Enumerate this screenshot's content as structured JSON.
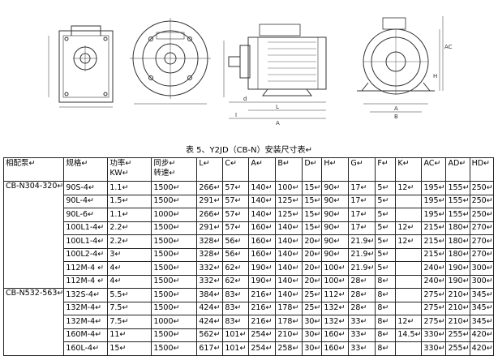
{
  "caption": "表 5、Y2JD（CB-N）安装尺寸表↵",
  "headers": [
    "相配泵↵",
    "规格↵",
    "功率↵KW↵",
    "同步↵转速↵",
    "L↵",
    "C↵",
    "A↵",
    "B↵",
    "D↵",
    "H↵",
    "G↵",
    "F↵",
    "K↵",
    "AC↵",
    "AD↵",
    "HD↵"
  ],
  "pump_groups": [
    {
      "name": "CB-N304-320↵",
      "start": 0,
      "span": 8
    },
    {
      "name": "CB-N532-563↵",
      "start": 8,
      "span": 5
    }
  ],
  "rows": [
    [
      "90S-4↵",
      "1.1↵",
      "1500↵",
      "266↵",
      "57↵",
      "140↵",
      "100↵",
      "15↵",
      "90↵",
      "17↵",
      "5↵",
      "12↵",
      "195↵",
      "155↵",
      "250↵"
    ],
    [
      "90L-4↵",
      "1.5↵",
      "1500↵",
      "291↵",
      "57↵",
      "140↵",
      "125↵",
      "15↵",
      "90↵",
      "17↵",
      "5↵",
      "",
      "195↵",
      "155↵",
      "250↵"
    ],
    [
      "90L-6↵",
      "1.1↵",
      "1000↵",
      "266↵",
      "57↵",
      "140↵",
      "125↵",
      "15↵",
      "90↵",
      "17↵",
      "5↵",
      "",
      "195↵",
      "155↵",
      "250↵"
    ],
    [
      "100L1-4↵",
      "2.2↵",
      "1500↵",
      "291↵",
      "57↵",
      "160↵",
      "140↵",
      "15↵",
      "90↵",
      "17↵",
      "5↵",
      "12↵",
      "215↵",
      "180↵",
      "270↵"
    ],
    [
      "100L1-4↵",
      "2.2↵",
      "1500↵",
      "328↵",
      "56↵",
      "160↵",
      "140↵",
      "20↵",
      "90↵",
      "21.9↵",
      "5↵",
      "12↵",
      "215↵",
      "180↵",
      "270↵"
    ],
    [
      "100L2-4↵",
      "3↵",
      "1500↵",
      "328↵",
      "56↵",
      "160↵",
      "140↵",
      "20↵",
      "90↵",
      "21.9↵",
      "5↵",
      "",
      "215↵",
      "180↵",
      "270↵"
    ],
    [
      "112M-4 ↵",
      "4↵",
      "1500↵",
      "332↵",
      "62↵",
      "190↵",
      "140↵",
      "20↵",
      "100↵",
      "21.9↵",
      "5↵",
      "",
      "240↵",
      "190↵",
      "300↵"
    ],
    [
      "112M-4 ↵",
      "4↵",
      "1500↵",
      "332↵",
      "62↵",
      "190↵",
      "140↵",
      "20↵",
      "100↵",
      "28↵",
      "8↵",
      "",
      "240↵",
      "190↵",
      "300↵"
    ],
    [
      "132S-4↵",
      "5.5↵",
      "1500↵",
      "384↵",
      "83↵",
      "216↵",
      "140↵",
      "25↵",
      "112↵",
      "28↵",
      "8↵",
      "",
      "275↵",
      "210↵",
      "345↵"
    ],
    [
      "132M-4↵",
      "7.5↵",
      "1500↵",
      "424↵",
      "83↵",
      "216↵",
      "178↵",
      "25↵",
      "132↵",
      "28↵",
      "8↵",
      "",
      "275↵",
      "210↵",
      "345↵"
    ],
    [
      "132M-4↵",
      "7.5↵",
      "1000↵",
      "424↵",
      "83↵",
      "216↵",
      "178↵",
      "30↵",
      "132↵",
      "33↵",
      "8↵",
      "12↵",
      "275↵",
      "210↵",
      "345↵"
    ],
    [
      "160M-4↵",
      "11↵",
      "1500↵",
      "562↵",
      "101↵",
      "254↵",
      "210↵",
      "30↵",
      "160↵",
      "33↵",
      "8↵",
      "14.5↵",
      "330↵",
      "255↵",
      "420↵"
    ],
    [
      "160L-4↵",
      "15↵",
      "1500↵",
      "617↵",
      "101↵",
      "254↵",
      "258↵",
      "30↵",
      "160↵",
      "33↵",
      "8↵",
      "",
      "330↵",
      "255↵",
      "420↵"
    ]
  ],
  "drawing": {
    "front_labels": [
      "d",
      "L",
      "I",
      "A"
    ],
    "side_labels": [
      "A",
      "B",
      "H",
      "AC"
    ]
  }
}
